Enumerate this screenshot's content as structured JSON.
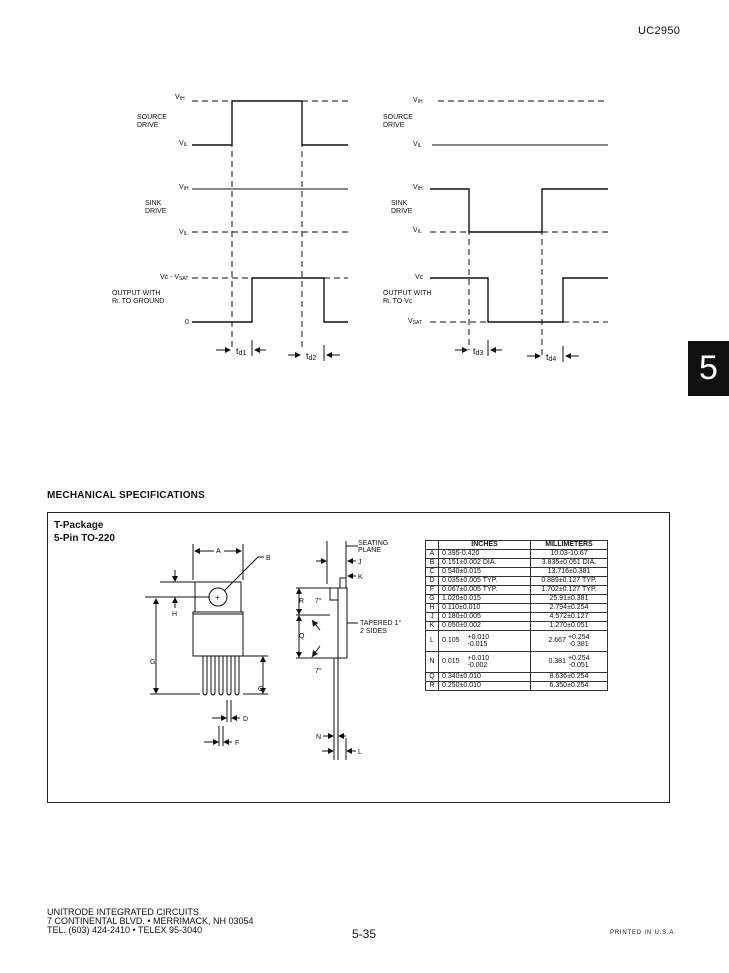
{
  "header": {
    "part_number": "UC2950"
  },
  "section_tab": "5",
  "timing": {
    "left": {
      "vih": "V",
      "vih_sub": "IH",
      "vil": "V",
      "vil_sub": "IL",
      "vcsat": "Vc - V",
      "vcsat_sub": "SAT",
      "zero": "0",
      "source_drive": [
        "SOURCE",
        "DRIVE"
      ],
      "sink_drive": [
        "SINK",
        "DRIVE"
      ],
      "output": [
        "OUTPUT WITH",
        "R",
        "L",
        " TO GROUND"
      ],
      "td1": "t",
      "td1_sub": "d1",
      "td2": "t",
      "td2_sub": "d2"
    },
    "right": {
      "vih": "V",
      "vih_sub": "IH",
      "vil": "V",
      "vil_sub": "IL",
      "vc": "Vc",
      "vsat": "V",
      "vsat_sub": "SAT",
      "source_drive": [
        "SOURCE",
        "DRIVE"
      ],
      "sink_drive": [
        "SINK",
        "DRIVE"
      ],
      "output": [
        "OUTPUT WITH",
        "R",
        "L",
        " TO Vc"
      ],
      "td3": "t",
      "td3_sub": "d3",
      "td4": "t",
      "td4_sub": "d4"
    }
  },
  "mechanical": {
    "heading": "MECHANICAL SPECIFICATIONS",
    "package_title": [
      "T-Package",
      "5-Pin TO-220"
    ],
    "drawing_labels": {
      "A": "A",
      "B": "B",
      "C": "C",
      "D": "D",
      "F": "F",
      "G": "G",
      "H": "H",
      "J": "J",
      "K": "K",
      "L": "L",
      "N": "N",
      "Q": "Q",
      "R": "R",
      "seven_deg": "7°",
      "seating_plane": [
        "SEATING",
        "PLANE"
      ],
      "tapered": [
        "TAPERED 1°",
        "2 SIDES"
      ]
    },
    "table": {
      "headers": [
        "",
        "INCHES",
        "MILLIMETERS"
      ],
      "rows": [
        {
          "dim": "A",
          "inches": "0.395-0.420",
          "mm": "10.03-10.67"
        },
        {
          "dim": "B",
          "inches": "0.151±0.002 DIA.",
          "mm": "3.835±0.051 DIA."
        },
        {
          "dim": "C",
          "inches": "0.540±0.015",
          "mm": "13.716±0.381"
        },
        {
          "dim": "D",
          "inches": "0.035±0.005 TYP.",
          "mm": "0.889±0.127 TYP."
        },
        {
          "dim": "F",
          "inches": "0.067±0.005 TYP.",
          "mm": "1.702±0.127 TYP."
        },
        {
          "dim": "G",
          "inches": "1.020±0.015",
          "mm": "25.91±0.381"
        },
        {
          "dim": "H",
          "inches": "0.110±0.010",
          "mm": "2.794±0.254"
        },
        {
          "dim": "J",
          "inches": "0.180±0.005",
          "mm": "4.572±0.127"
        },
        {
          "dim": "K",
          "inches": "0.050±0.002",
          "mm": "1.270±0.051"
        },
        {
          "dim": "L",
          "inches_base": "0.105",
          "inches_plus": "+0.010",
          "inches_minus": "-0.015",
          "mm_base": "2.667",
          "mm_plus": "+0.254",
          "mm_minus": "-0.381"
        },
        {
          "dim": "N",
          "inches_base": "0.015",
          "inches_plus": "+0.010",
          "inches_minus": "-0.002",
          "mm_base": "0.381",
          "mm_plus": "+0.254",
          "mm_minus": "-0.051"
        },
        {
          "dim": "Q",
          "inches": "0.340±0.010",
          "mm": "8.636±0.254"
        },
        {
          "dim": "R",
          "inches": "0.250±0.010",
          "mm": "6.350±0.254"
        }
      ]
    }
  },
  "footer": {
    "address": [
      "UNITRODE INTEGRATED CIRCUITS",
      "7 CONTINENTAL BLVD. • MERRIMACK, NH 03054",
      "TEL. (603) 424-2410 • TELEX 95-3040"
    ],
    "page_number": "5-35",
    "printed": "PRINTED IN U.S.A."
  }
}
